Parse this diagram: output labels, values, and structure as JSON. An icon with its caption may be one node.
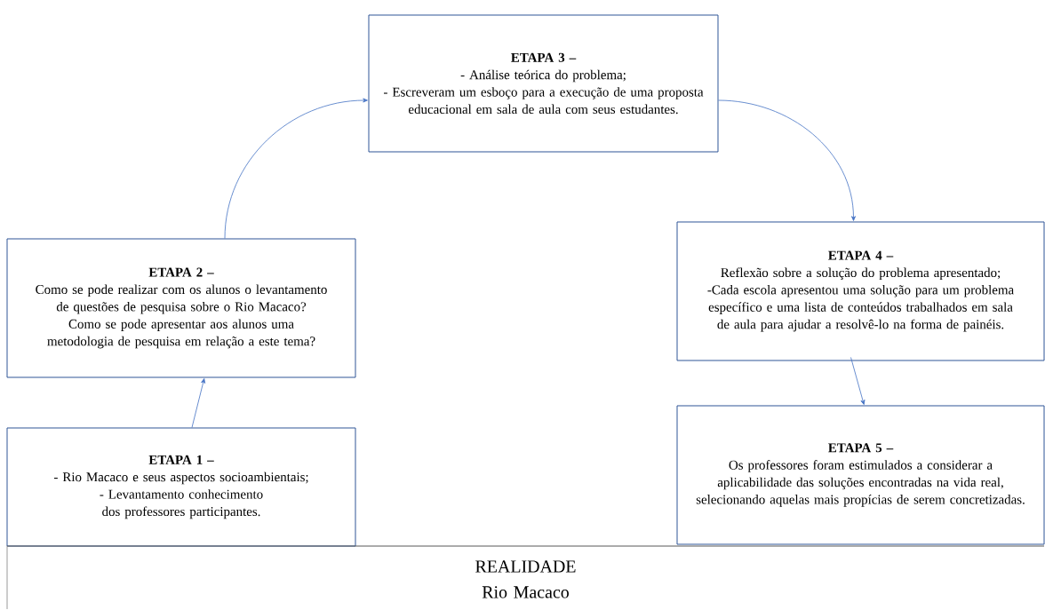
{
  "diagram": {
    "nodes": [
      {
        "text": [
          "ETAPA 1 –",
          "- Rio Macaco e seus aspectos socioambientais;",
          "- Levantamento conhecimento dos professores participantes."
        ]
      },
      {
        "text": [
          "ETAPA 2 –",
          "Como se pode realizar com os alunos o levantamento de questões de pesquisa sobre o Rio Macaco?",
          "Como se pode apresentar aos alunos uma metodologia de pesquisa em relação a este tema?"
        ]
      },
      {
        "text": [
          "ETAPA 3 –",
          "- Análise teórica do problema;",
          "- Escreveram um esboço para a execução de uma proposta educacional em sala de aula com seus estudantes."
        ]
      },
      {
        "text": [
          "ETAPA 4 –",
          "Reflexão sobre a solução do problema apresentado;",
          "-Cada escola apresentou uma solução para um problema específico e uma lista de conteúdos trabalhados em sala de aula para ajudar a resolvê-lo na forma de painéis."
        ]
      },
      {
        "text": [
          "ETAPA 5 –",
          "Os professores foram estimulados a considerar a aplicabilidade das soluções encontradas na vida real, selecionando aquelas mais propícias de serem concretizadas."
        ]
      },
      {
        "text": [
          "REALIDADE",
          "Rio Macaco"
        ]
      }
    ],
    "edges": [
      {
        "from": 0,
        "to": 1,
        "arrow": "to"
      },
      {
        "from": 1,
        "to": 2,
        "arrow": "to"
      },
      {
        "from": 2,
        "to": 3,
        "arrow": "to"
      },
      {
        "from": 3,
        "to": 4,
        "arrow": "to"
      }
    ]
  }
}
